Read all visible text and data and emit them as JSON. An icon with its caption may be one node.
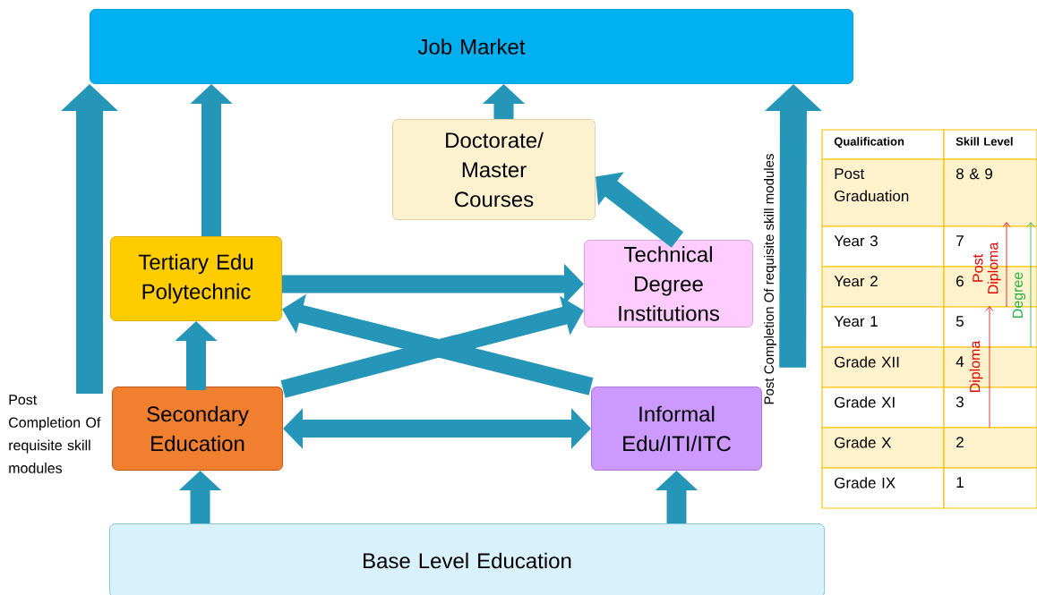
{
  "diagram": {
    "nodes": [
      {
        "text": [
          "Job Market"
        ]
      },
      {
        "text": [
          "Doctorate/ Master Courses"
        ]
      },
      {
        "text": [
          "Tertiary Edu Polytechnic"
        ]
      },
      {
        "text": [
          "Technical Degree Institutions"
        ]
      },
      {
        "text": [
          "Secondary Education"
        ]
      },
      {
        "text": [
          "Informal Edu/ITI/ITC"
        ]
      },
      {
        "text": [
          "Base Level Education"
        ]
      },
      {
        "text": [
          "Post Completion Of requisite skill modules"
        ]
      },
      {
        "text": [
          "Post Completion Of requisite skill modules"
        ]
      }
    ],
    "edges": [
      {
        "from": 7,
        "to": 0,
        "arrow": "to"
      },
      {
        "from": 2,
        "to": 0,
        "arrow": "to"
      },
      {
        "from": 1,
        "to": 0,
        "arrow": "to"
      },
      {
        "from": 3,
        "to": 1,
        "arrow": "to"
      },
      {
        "from": 2,
        "to": 3,
        "arrow": "to"
      },
      {
        "from": 5,
        "to": 2,
        "arrow": "to"
      },
      {
        "from": 4,
        "to": 3,
        "arrow": "to"
      },
      {
        "from": 4,
        "to": 5,
        "arrow": "both"
      },
      {
        "from": 4,
        "to": 2,
        "arrow": "to"
      },
      {
        "from": 6,
        "to": 4,
        "arrow": "to"
      },
      {
        "from": 6,
        "to": 5,
        "arrow": "to"
      },
      {
        "from": 8,
        "to": 0,
        "arrow": "to"
      }
    ],
    "labels": [
      "Qualification",
      "Skill Level",
      "Post Graduation",
      "8 & 9",
      "Year 3",
      "7",
      "Year 2",
      "6",
      "Year 1",
      "5",
      "Grade XII",
      "4",
      "Grade XI",
      "3",
      "Grade X",
      "2",
      "Grade IX",
      "1",
      "Post Diploma",
      "Degree",
      "Diploma"
    ]
  }
}
